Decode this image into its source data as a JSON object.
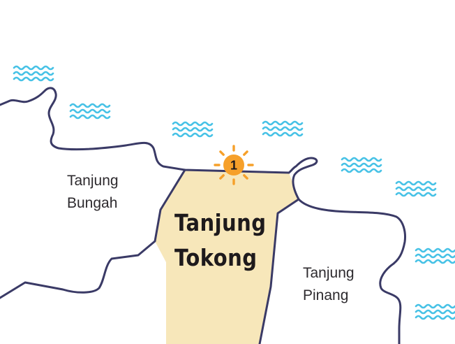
{
  "map": {
    "areas": [
      {
        "id": "tanjung-bungah",
        "lines": [
          "Tanjung",
          "Bungah"
        ],
        "highlighted": false
      },
      {
        "id": "tanjung-tokong",
        "lines": [
          "Tanjung",
          "Tokong"
        ],
        "highlighted": true
      },
      {
        "id": "tanjung-pinang",
        "lines": [
          "Tanjung",
          "Pinang"
        ],
        "highlighted": false
      }
    ],
    "marker": {
      "number": "1",
      "icon": "sun-icon"
    },
    "water_icon": "waves-icon",
    "colors": {
      "land": "#ffffff",
      "highlight": "#f7e7ba",
      "coastline": "#3a3a66",
      "water_waves": "#47c2e6",
      "marker": "#f6a02a"
    }
  }
}
